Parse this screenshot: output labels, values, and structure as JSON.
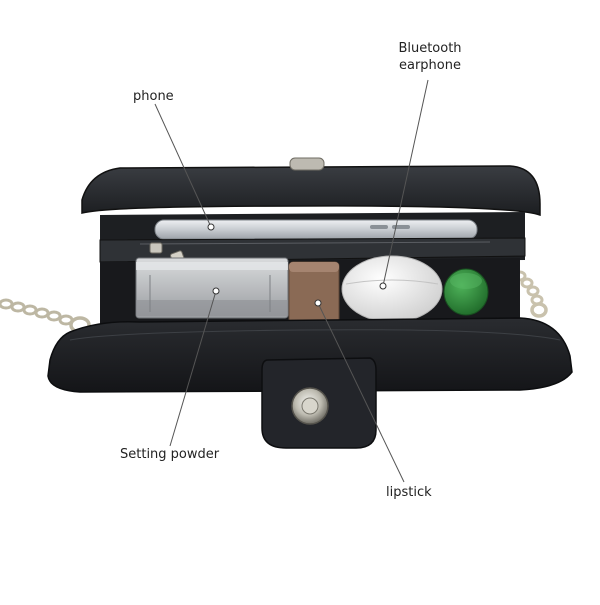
{
  "labels": {
    "phone": "phone",
    "bluetooth_line1": "Bluetooth",
    "bluetooth_line2": "earphone",
    "setting_powder": "Setting powder",
    "lipstick": "lipstick"
  },
  "colors": {
    "leather": "#2b2e33",
    "leather_dark": "#15171a",
    "phone_silver": "#cfd3d8",
    "powder_case": "#b9bcbf",
    "lipstick_brown": "#8a6a55",
    "earbud_case": "#ededed",
    "green_cap": "#2f8a3a",
    "chain_gold": "#c9c2ad",
    "leader_line": "#555555"
  }
}
